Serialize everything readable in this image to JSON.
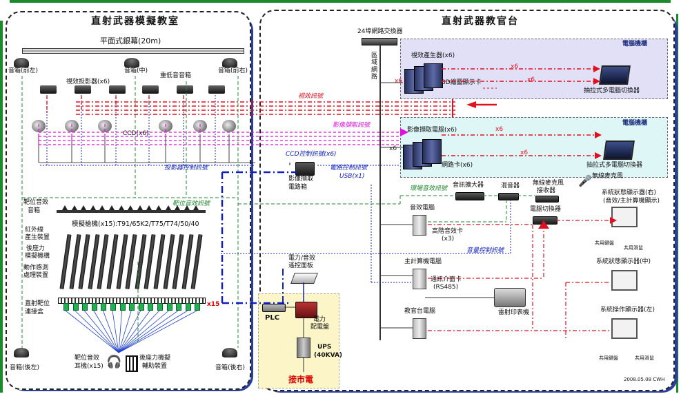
{
  "left_panel": {
    "title": "直射武器模擬教室",
    "screen_label": "平面式銀幕(20m)",
    "speakers": {
      "front_left": "音箱(前左)",
      "center": "音箱(中)",
      "front_right": "音箱(前右)",
      "subwoofer": "重低音音箱",
      "rear_left": "音箱(後左)",
      "rear_right": "音箱(後右)"
    },
    "projector_label": "視效投影器(x6)",
    "ccd_label": "CCD(x6)",
    "target_speakers_label_1": "靶位音效",
    "target_speakers_label_2": "音箱",
    "weapons_label": "模擬槍機(x15):T91/65K2/T75/T74/50/40",
    "ir_label_1": "紅外線",
    "ir_label_2": "產生裝置",
    "recoil_label_1": "後座力",
    "recoil_label_2": "模擬機構",
    "motion_label_1": "動作感測",
    "motion_label_2": "處理裝置",
    "hub_label_1": "直射靶位",
    "hub_label_2": "連接盒",
    "hub_count": "x15",
    "earphone_label_1": "靶位音效",
    "earphone_label_2": "耳機(x15)",
    "recoil_aux_label_1": "後座力機擬",
    "recoil_aux_label_2": "輔助裝置"
  },
  "right_panel": {
    "title": "直射武器教官台",
    "switch_label": "24埠網路交換器",
    "lan_label": "區域網路",
    "rack1_label": "電腦機櫃",
    "rack2_label": "電腦機櫃",
    "visual_gen_label": "視效產生器(x6)",
    "graphics_card_label": "3D繪圖顯示卡",
    "kvm1_label": "抽拉式多電腦切換器",
    "kvm2_label": "抽拉式多電腦切換器",
    "capture_pc_label": "影像擷取電腦(x6)",
    "capture_card_label": "網路卡(x6)",
    "amplifier_label": "音訊擴大器",
    "mixer_label": "混音器",
    "wireless_rx_label_1": "無線麥克風",
    "wireless_rx_label_2": "接收器",
    "wireless_mic_label": "無線麥克風",
    "pc_switch_label": "電腦切換器",
    "audio_pc_label": "音效電腦",
    "sound_card_label_1": "高階音效卡",
    "sound_card_label_2": "(x3)",
    "monitor_right_label_1": "系統狀態顯示器(右)",
    "monitor_right_label_2": "(音效/主計算機顯示)",
    "monitor_mid_label": "系統狀態顯示器(中)",
    "monitor_left_label": "系統操作顯示器(左)",
    "main_pc_label": "主計算機電腦",
    "comm_card_label_1": "通訊介面卡",
    "comm_card_label_2": "(RS485)",
    "instructor_pc_label": "教官台電腦",
    "printer_label": "雷射印表機",
    "remote_panel_label_1": "電力/音效",
    "remote_panel_label_2": "遙控面板",
    "plc_label": "PLC",
    "power_panel_label_1": "電力",
    "power_panel_label_2": "配電盤",
    "ups_label_1": "UPS",
    "ups_label_2": "(40KVA)",
    "mains_label": "接市電",
    "shared_keyboard": "共用鍵盤",
    "shared_mouse": "共用滑鼠",
    "date": "2008.05.08 CWH"
  },
  "signals": {
    "visual": "視效訊號",
    "image_capture": "影像擷取訊號",
    "ccd_control": "CCD控制訊號(x6)",
    "projector_control": "投影器控制訊號",
    "capture_box_1": "影像擷取",
    "capture_box_2": "電路箱",
    "capture_control_1": "電路控制訊號",
    "capture_control_2": "USB(x1)",
    "target_audio": "靶位音效訊號",
    "ambient_audio": "環場音效訊號",
    "volume_control": "音量控制訊號",
    "x6": "x6"
  },
  "colors": {
    "border_green": "#1a8a2a",
    "visual_red": "#e01020",
    "capture_magenta": "#e010e0",
    "control_blue": "#1020c0",
    "audio_green": "#208a30",
    "rack1_bg": "#e2e0f7",
    "rack2_bg": "#dff6f6",
    "power_bg": "#fbf5c8"
  }
}
